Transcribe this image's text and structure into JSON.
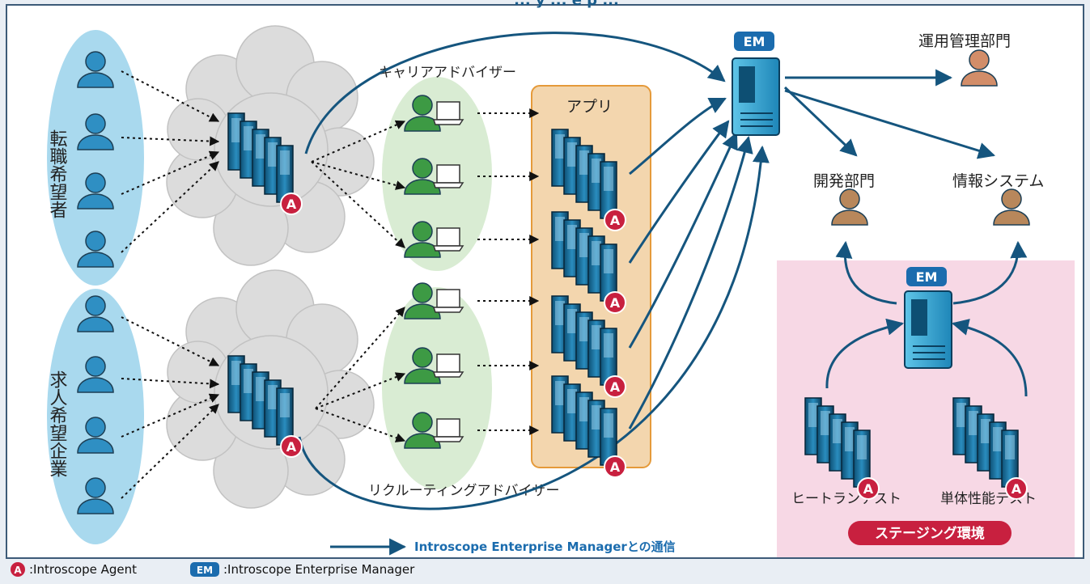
{
  "title_fragment": "... y ... e p ...",
  "groups": {
    "job_seekers": "転職希望者",
    "companies": "求人希望企業",
    "career_advisor": "キャリアアドバイザー",
    "recruiting_advisor": "リクルーティングアドバイザー",
    "app": "アプリ"
  },
  "departments": {
    "ops": "運用管理部門",
    "dev": "開発部門",
    "info": "情報システム"
  },
  "staging": {
    "label": "ステージング環境",
    "heat_test": "ヒートランテスト",
    "unit_test": "単体性能テスト"
  },
  "em_badge": "EM",
  "agent_badge": "A",
  "legend": {
    "communication": "Introscope Enterprise Managerとの通信",
    "agent_badge": "A",
    "agent_text": ":Introscope Agent",
    "em_badge": "EM",
    "em_text": ":Introscope Enterprise Manager"
  },
  "colors": {
    "arrow": "#15557e",
    "agent": "#c8203f",
    "em_badge": "#1b6cae",
    "user_blue": "#2f8fc3",
    "user_green": "#3d9a44",
    "user_tan": "#b8875b",
    "user_peach": "#d28d69",
    "staging_bg": "#f7d8e5",
    "app_bg": "#f3d6ae"
  }
}
